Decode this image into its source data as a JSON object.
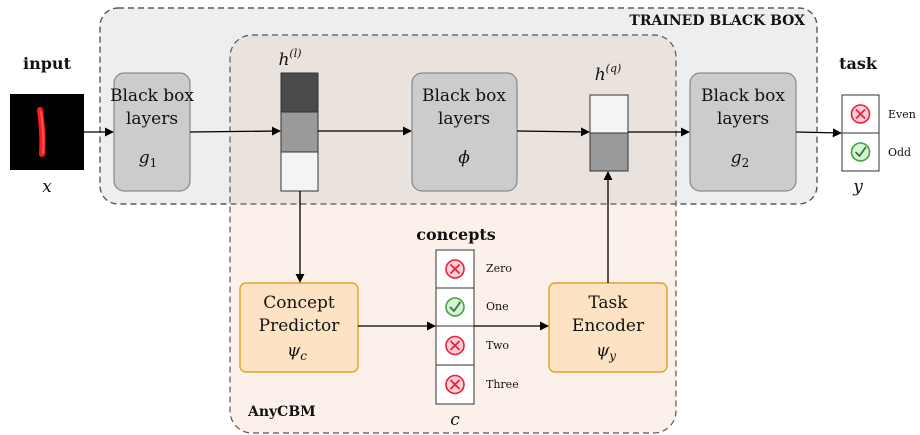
{
  "labels": {
    "trained_black_box": "TRAINED BLACK BOX",
    "anycbm": "AnyCBM",
    "input": "input",
    "task": "task",
    "concepts": "concepts"
  },
  "math": {
    "x": "x",
    "y": "y",
    "c": "c",
    "h_l_base": "h",
    "h_l_sup": "(l)",
    "h_q_base": "h",
    "h_q_sup": "(q)"
  },
  "boxes": {
    "bb1": {
      "line1": "Black box",
      "line2": "layers",
      "sym": "g",
      "sub": "1"
    },
    "bb_phi": {
      "line1": "Black box",
      "line2": "layers",
      "sym": "ϕ"
    },
    "bb2": {
      "line1": "Black box",
      "line2": "layers",
      "sym": "g",
      "sub": "2"
    },
    "concept_predictor": {
      "line1": "Concept",
      "line2": "Predictor",
      "sym": "ψ",
      "sub": "c"
    },
    "task_encoder": {
      "line1": "Task",
      "line2": "Encoder",
      "sym": "ψ",
      "sub": "y"
    }
  },
  "concepts_list": [
    {
      "label": "Zero",
      "state": "cross"
    },
    {
      "label": "One",
      "state": "check"
    },
    {
      "label": "Two",
      "state": "cross"
    },
    {
      "label": "Three",
      "state": "cross"
    }
  ],
  "task_outputs": [
    {
      "label": "Even",
      "state": "cross"
    },
    {
      "label": "Odd",
      "state": "check"
    }
  ],
  "colors": {
    "black_box_bg": "#eeeeee",
    "anycbm_bg": "#fbf1ea",
    "overlap_bg": "#e9e2dd",
    "layer_box": "#cccccc",
    "orange_box": "#fde3c4",
    "orange_border": "#e0a326",
    "cross_red": "#e8213a",
    "check_green": "#43a047"
  }
}
